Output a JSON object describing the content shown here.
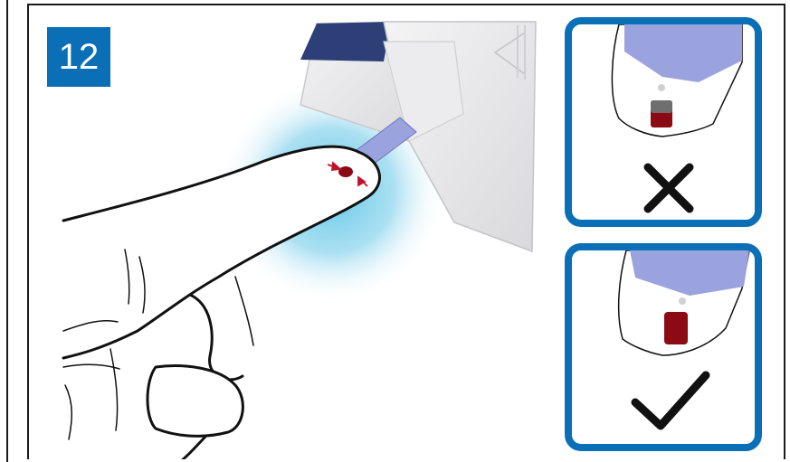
{
  "step": {
    "number": "12"
  },
  "colors": {
    "badge": "#0a6fb7",
    "panel_border": "#0a6fb7",
    "blood": "#8b0a14",
    "strip": "#9aa3dd",
    "glow": "#5fc6e6"
  },
  "panels": [
    {
      "name": "incorrect-application",
      "verdict_icon": "cross-icon"
    },
    {
      "name": "correct-application",
      "verdict_icon": "checkmark-icon"
    }
  ]
}
